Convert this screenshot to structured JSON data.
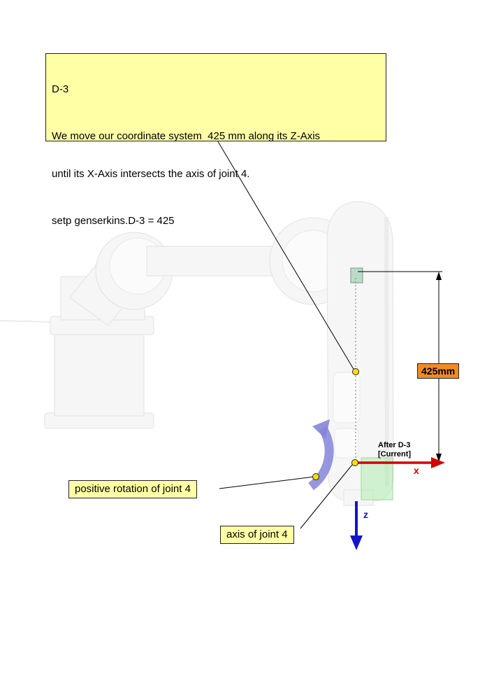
{
  "callout": {
    "title": "D-3",
    "body_line1": "We move our coordinate system  425 mm along its Z-Axis",
    "body_line2": "until its X-Axis intersects the axis of joint 4.",
    "code": "setp genserkins.D-3 = 425"
  },
  "labels": {
    "dimension": "425mm",
    "positive_rotation": "positive rotation of joint 4",
    "axis_of_joint": "axis of joint 4",
    "frame_line1": "After D-3",
    "frame_line2": "[Current]",
    "axis_x": "x",
    "axis_z": "z"
  },
  "colors": {
    "callout_bg": "#ffffa6",
    "label_bg": "#ffffa6",
    "dim_bg": "#ef8b26",
    "x_axis": "#d40000",
    "z_axis": "#1414c8",
    "rotation": "#8585d8",
    "line": "#000000"
  }
}
